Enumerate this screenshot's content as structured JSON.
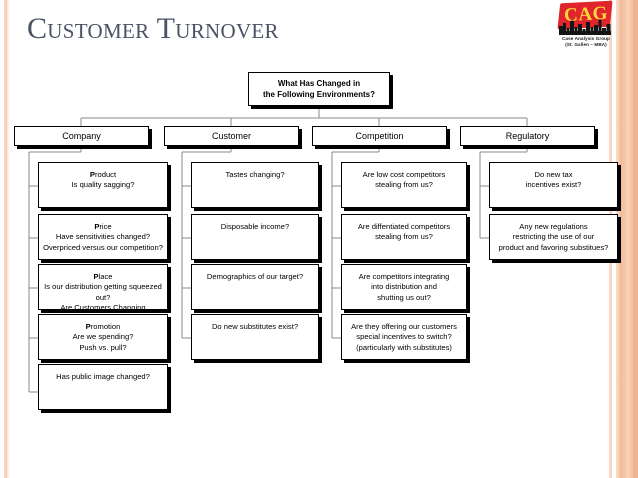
{
  "slide": {
    "title": "Customer Turnover",
    "background_color": "#ffffff",
    "title_color": "#4a5264",
    "accent_color": "#f0b391"
  },
  "logo": {
    "name": "cag-logo",
    "mark_text": "CAG",
    "mark_color": "#e0262c",
    "mark_text_color": "#ffd83a",
    "line1": "Case Analysis Group",
    "line2": "(St. Gallen – MBA)"
  },
  "chart_data": {
    "type": "diagram",
    "layout": "tree",
    "title": "Customer Turnover",
    "root": {
      "label": "What Has Changed in\nthe Following Environments?"
    },
    "categories": [
      {
        "label": "Company",
        "items": [
          {
            "head": "P",
            "head_rest": "roduct",
            "body": "Is quality sagging?"
          },
          {
            "head": "P",
            "head_rest": "rice",
            "body": "Have sensitivities changed?\nOverpriced versus our competition?"
          },
          {
            "head": "P",
            "head_rest": "lace",
            "body": "Is our distribution getting squeezed out?\nAre Customers Changing Channels?"
          },
          {
            "head": "P",
            "head_rest": "romotion",
            "body": "Are we spending?\nPush vs. pull?"
          },
          {
            "head": "",
            "head_rest": "",
            "body": "Has public image changed?"
          }
        ]
      },
      {
        "label": "Customer",
        "items": [
          {
            "head": "",
            "head_rest": "",
            "body": "Tastes changing?"
          },
          {
            "head": "",
            "head_rest": "",
            "body": "Disposable income?"
          },
          {
            "head": "",
            "head_rest": "",
            "body": "Demographics of our target?"
          },
          {
            "head": "",
            "head_rest": "",
            "body": "Do new substitutes exist?"
          }
        ]
      },
      {
        "label": "Competition",
        "items": [
          {
            "head": "",
            "head_rest": "",
            "body": "Are low cost competitors\nstealing from us?"
          },
          {
            "head": "",
            "head_rest": "",
            "body": "Are diffentiated competitors\nstealing from us?"
          },
          {
            "head": "",
            "head_rest": "",
            "body": "Are competitors integrating\ninto distribution and\nshutting us out?"
          },
          {
            "head": "",
            "head_rest": "",
            "body": "Are they offering our customers\nspecial incentives to switch?\n(particularly with substitutes)"
          }
        ]
      },
      {
        "label": "Regulatory",
        "items": [
          {
            "head": "",
            "head_rest": "",
            "body": "Do new tax\nincentives exist?"
          },
          {
            "head": "",
            "head_rest": "",
            "body": "Any new regulations\nrestricting the use of our\nproduct and favoring substitues?"
          }
        ]
      }
    ]
  }
}
